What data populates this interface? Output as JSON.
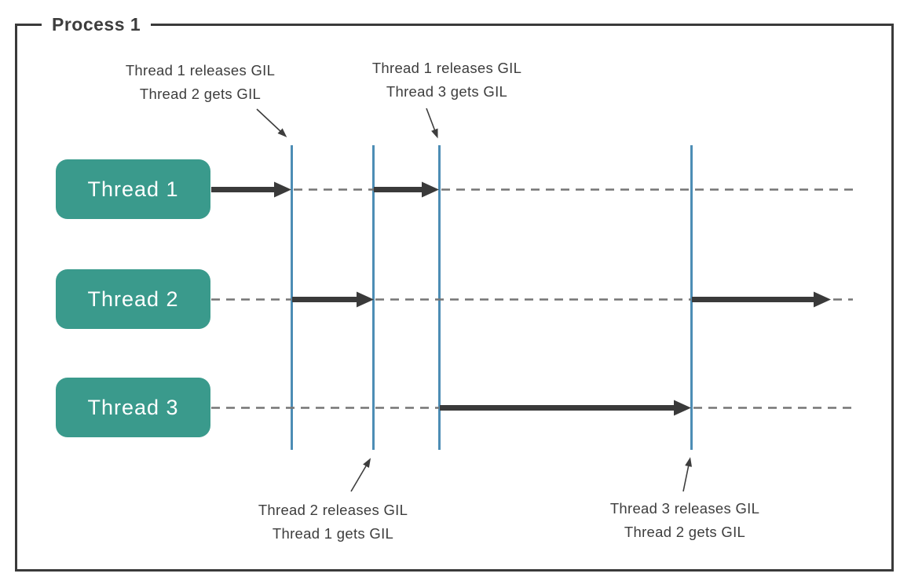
{
  "diagram": {
    "process_label": "Process 1",
    "threads": [
      {
        "label": "Thread 1"
      },
      {
        "label": "Thread 2"
      },
      {
        "label": "Thread 3"
      }
    ],
    "annotations": [
      {
        "line1": "Thread 1 releases GIL",
        "line2": "Thread 2 gets GIL",
        "placement": "top, points to marker 1"
      },
      {
        "line1": "Thread 1 releases GIL",
        "line2": "Thread 3 gets GIL",
        "placement": "top, points to marker 3"
      },
      {
        "line1": "Thread 2 releases GIL",
        "line2": "Thread 1 gets GIL",
        "placement": "bottom, points to marker 2"
      },
      {
        "line1": "Thread 3 releases GIL",
        "line2": "Thread 2 gets GIL",
        "placement": "bottom, points to marker 4"
      }
    ],
    "timeline_semantics": {
      "gil_markers": 4,
      "thread1_segments": [
        "running until marker 1",
        "idle markers 1-2",
        "running markers 2-3",
        "idle after marker 3"
      ],
      "thread2_segments": [
        "idle until marker 1",
        "running markers 1-2",
        "idle markers 2-4",
        "running after marker 4"
      ],
      "thread3_segments": [
        "idle until marker 3",
        "running markers 3-4",
        "idle after marker 4"
      ]
    },
    "colors": {
      "thread_box": "#3a9a8c",
      "gil_line": "#4d8db5",
      "run_arrow": "#3a3a3a",
      "idle_dash": "#757575",
      "border": "#3a3a3a",
      "text": "#3d3d3d",
      "box_text": "#ffffff"
    }
  }
}
